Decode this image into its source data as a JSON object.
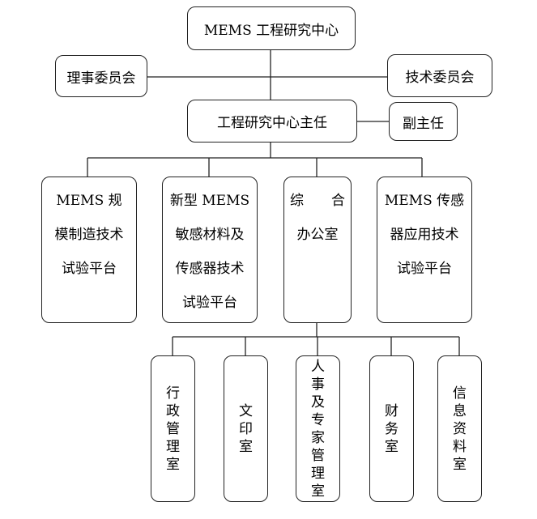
{
  "top": {
    "center": "MEMS 工程研究中心"
  },
  "left_committee": "理事委员会",
  "right_committee": "技术委员会",
  "director": "工程研究中心主任",
  "deputy": "副主任",
  "level2": [
    {
      "id": "platform-mems",
      "lines": [
        "MEMS 规",
        "模制造技术",
        "试验平台"
      ]
    },
    {
      "id": "platform-materials",
      "lines": [
        "新型 MEMS",
        "敏感材料及",
        "传感器技术",
        "试验平台"
      ]
    },
    {
      "id": "office",
      "lines": [
        "综　　合",
        "办公室"
      ]
    },
    {
      "id": "platform-sensor-app",
      "lines": [
        "MEMS 传感",
        "器应用技术",
        "试验平台"
      ]
    }
  ],
  "level3": [
    {
      "id": "admin",
      "chars": [
        "行",
        "政",
        "管",
        "理",
        "室"
      ]
    },
    {
      "id": "printing",
      "chars": [
        "文",
        "印",
        "室"
      ]
    },
    {
      "id": "hr",
      "chars": [
        "人",
        "事",
        "及",
        "专",
        "家",
        "管",
        "理",
        "室"
      ]
    },
    {
      "id": "finance",
      "chars": [
        "财",
        "务",
        "室"
      ]
    },
    {
      "id": "info",
      "chars": [
        "信",
        "息",
        "资",
        "料",
        "室"
      ]
    }
  ]
}
